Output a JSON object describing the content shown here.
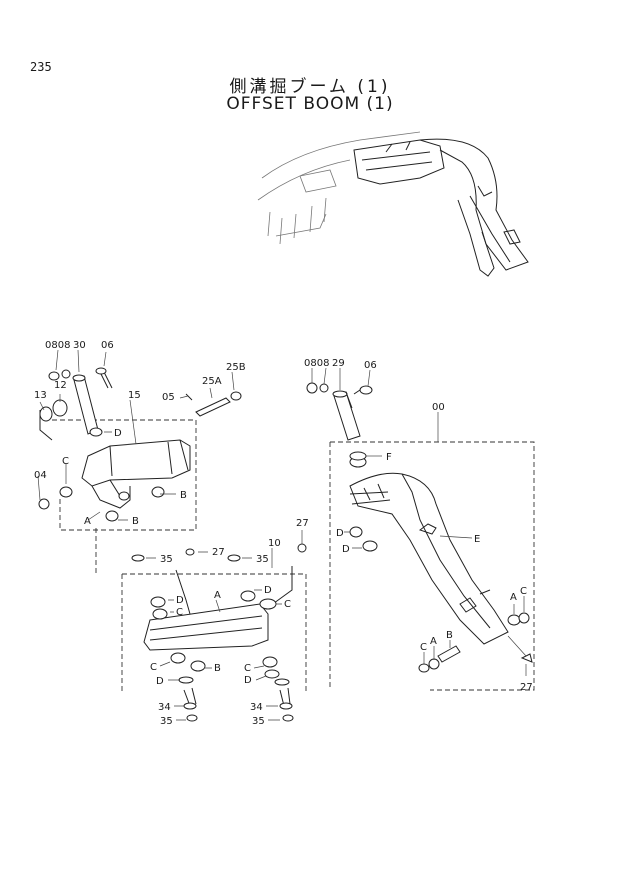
{
  "page": {
    "number": "235"
  },
  "title": {
    "japanese": "側溝掘ブーム (1)",
    "english": "OFFSET BOOM (1)"
  },
  "callouts": {
    "left": {
      "p0808": "0808",
      "p30": "30",
      "p06": "06",
      "p13": "13",
      "p12": "12",
      "p15": "15",
      "p05": "05",
      "p25A": "25A",
      "p25B": "25B",
      "p04": "04",
      "lD": "D",
      "lC": "C",
      "lB1": "B",
      "lA": "A",
      "lB2": "B"
    },
    "middle": {
      "p35a": "35",
      "p27a": "27",
      "p35b": "35",
      "p10": "10",
      "p27b": "27",
      "lD1": "D",
      "lC1": "C",
      "lA": "A",
      "lD2": "D",
      "lC2": "C",
      "lC3": "C",
      "lB": "B",
      "lD3": "D",
      "lC4": "C",
      "lD4": "D",
      "p34a": "34",
      "p35c": "35",
      "p34b": "34",
      "p35d": "35"
    },
    "right": {
      "p0808": "0808",
      "p29": "29",
      "p06": "06",
      "p00": "00",
      "lF": "F",
      "lE": "E",
      "lD1": "D",
      "lD2": "D",
      "lA1": "A",
      "lC1": "C",
      "lC2": "C",
      "lA2": "A",
      "lB": "B",
      "p27": "27"
    }
  }
}
